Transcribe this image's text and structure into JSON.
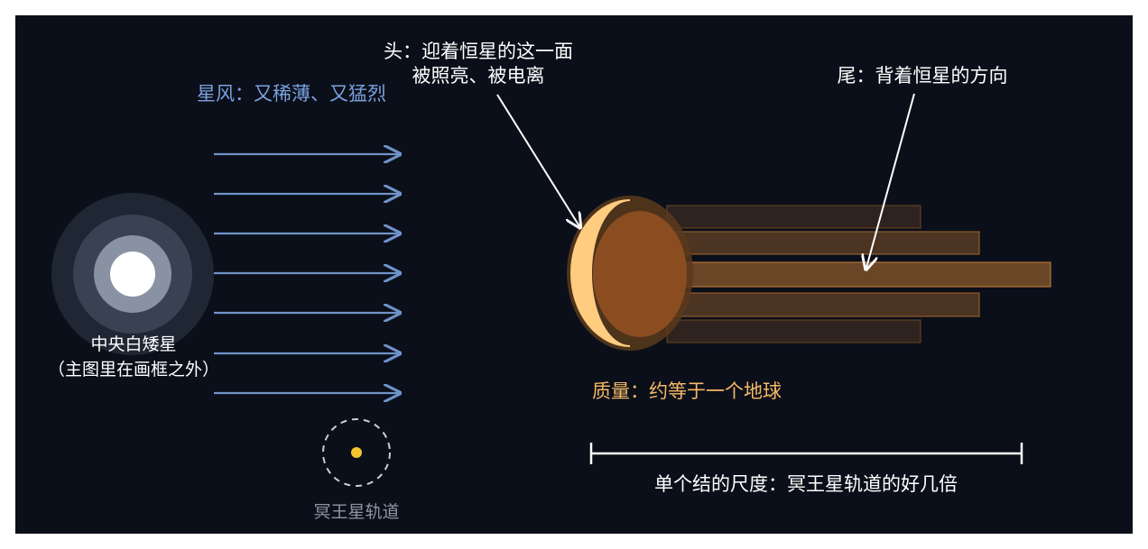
{
  "colors": {
    "background": "#0b0f19",
    "wind_arrow": "#6f93c9",
    "wind_text": "#7aa2e0",
    "mass_text": "#f5b869",
    "white": "#ffffff",
    "orbit": "#c9ced8",
    "pluto_dot": "#f4c430",
    "pluto_text": "#8e95a3",
    "crescent": "#ffcc80",
    "knot_dark": "#8b4d1f",
    "tail_fill": "#8b5a2b"
  },
  "icons": {
    "star": "white-dwarf-icon",
    "pluto_orbit": "orbit-circle-icon"
  },
  "labels": {
    "star_name": "中央白矮星",
    "star_note": "（主图里在画框之外）",
    "stellar_wind": "星风：又稀薄、又猛烈",
    "head_line1": "头：迎着恒星的这一面",
    "head_line2": "被照亮、被电离",
    "tail": "尾：背着恒星的方向",
    "mass": "质量：约等于一个地球",
    "scale": "单个结的尺度：冥王星轨道的好几倍",
    "pluto_orbit": "冥王星轨道"
  }
}
